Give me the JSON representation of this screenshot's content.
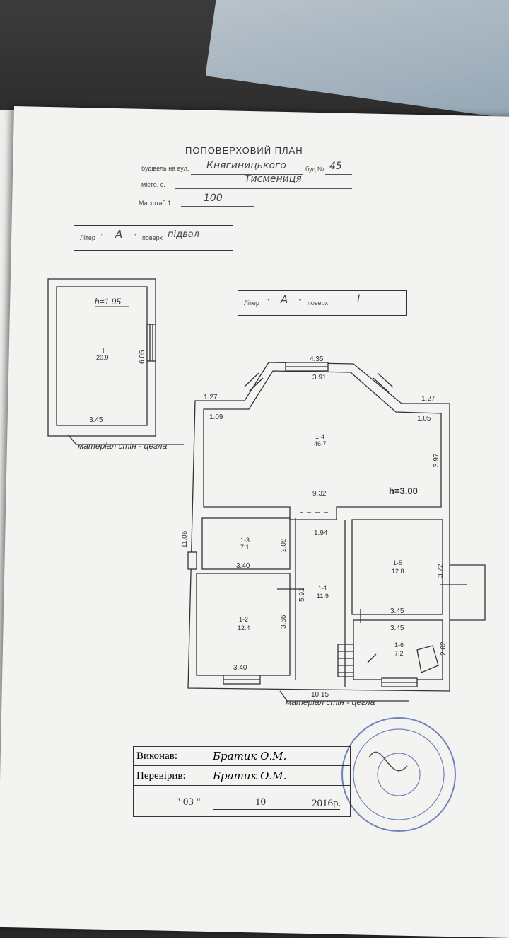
{
  "header": {
    "title": "ПОПОВЕРХОВИЙ ПЛАН",
    "street_label": "будівель на вул.",
    "street_value": "Княгиницького",
    "number_label": "буд.№",
    "number_value": "45",
    "city_label": "місто, с.",
    "city_value": "Тисмениця",
    "scale_label": "Масштаб 1 :",
    "scale_value": "100"
  },
  "basement_box": {
    "liter_label": "Літер",
    "liter_value": "А",
    "floor_label": "поверх",
    "floor_value": "підвал"
  },
  "floor1_box": {
    "liter_label": "Літер",
    "liter_value": "А",
    "floor_label": "поверх",
    "floor_value": "I"
  },
  "quote": "\"",
  "basement_plan": {
    "height": "h=1.95",
    "room_num": "I",
    "room_area": "20.9",
    "dim_side": "6.05",
    "dim_bottom": "3.45",
    "material": "матеріал стін - цегла"
  },
  "floor_plan": {
    "height": "h=3.00",
    "material": "матеріал стін - цегла",
    "dims": {
      "top_outer": "4.35",
      "top_inner": "3.91",
      "left_top": "1.27",
      "right_top": "1.27",
      "left_diag": "1.09",
      "right_diag": "1.05",
      "right_side": "3.97",
      "width_mid": "9.32",
      "left_total": "11.06",
      "corridor_w": "1.94",
      "room13_h": "2.08",
      "room13_w": "3.40",
      "room12_h": "3.66",
      "room12_w": "3.40",
      "corridor_h": "5.91",
      "room15_h": "3.72",
      "room15_w": "3.45",
      "room16_w": "3.45",
      "room16_h": "2.02",
      "bottom_total": "10.15"
    },
    "rooms": [
      {
        "num": "1-4",
        "area": "46.7"
      },
      {
        "num": "1-3",
        "area": "7.1"
      },
      {
        "num": "1-1",
        "area": "11.9"
      },
      {
        "num": "1-2",
        "area": "12.4"
      },
      {
        "num": "1-5",
        "area": "12.8"
      },
      {
        "num": "1-6",
        "area": "7.2"
      }
    ]
  },
  "signatures": {
    "performed_label": "Виконав:",
    "performed_name": "Братик О.М.",
    "checked_label": "Перевірив:",
    "checked_name": "Братик О.М.",
    "date_day": "\" 03 \"",
    "date_month": "10",
    "date_year": "2016р."
  },
  "colors": {
    "ink": "#333333",
    "stamp": "#5a6fb0",
    "paper": "#f3f3f1"
  }
}
